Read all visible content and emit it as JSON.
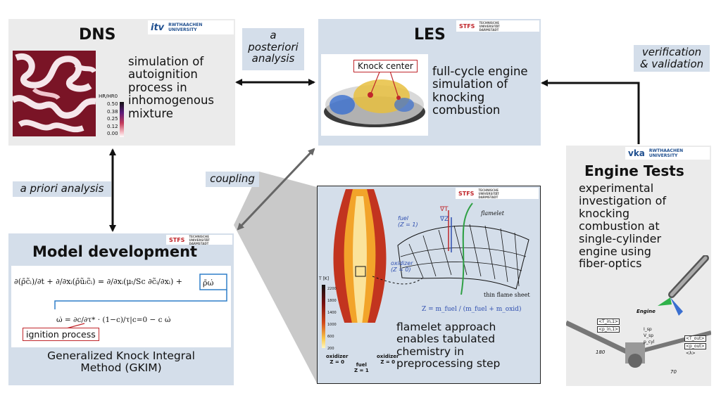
{
  "colors": {
    "gray_panel": "#ebebeb",
    "blue_panel": "#d4deea",
    "arrow": "#111111",
    "coupling_arrow": "#666666",
    "highlight_red": "#c0262b",
    "highlight_blue": "#2f7fc8"
  },
  "dns": {
    "title": "DNS",
    "text": "simulation of\nautoignition\nprocess in\ninhomogenous\nmixture",
    "logo_left": "itv",
    "logo_right": "RWTHAACHEN\nUNIVERSITY",
    "colorbar_label": "HR/HR0",
    "colorbar_ticks": [
      "0.50",
      "0.38",
      "0.25",
      "0.12",
      "0.00"
    ]
  },
  "les": {
    "title": "LES",
    "text": "full-cycle engine\nsimulation of\nknocking\ncombustion",
    "knock_label": "Knock center",
    "logo_left": "STFS",
    "logo_right": "TECHNISCHE\nUNIVERSITÄT\nDARMSTADT"
  },
  "model": {
    "title": "Model development",
    "ignition_label": "ignition process",
    "caption": "Generalized Knock Integral\nMethod (GKIM)",
    "logo_left": "STFS",
    "logo_right": "TECHNISCHE\nUNIVERSITÄT\nDARMSTADT"
  },
  "engine": {
    "title": "Engine Tests",
    "text": "experimental\ninvestigation of\nknocking\ncombustion at\nsingle-cylinder\nengine using\nfiber-optics",
    "logo_left": "vka",
    "logo_right": "RWTHAACHEN\nUNIVERSITY",
    "engine_label": "Engine",
    "dim1": "180",
    "dim2": "70",
    "probe_labels": [
      "<T_in,1>",
      "<p_in,1>",
      "<T_out>",
      "<p_out>",
      "<λ>",
      "I_sp",
      "V_sp",
      "p_cyl"
    ]
  },
  "flamelet": {
    "text": "flamelet approach\nenables tabulated\nchemistry in\npreprocessing step",
    "fuel_label": "fuel\n(Z = 1)",
    "oxidizer_label": "oxidizer\n(Z = 0)",
    "flamelet_label": "flamelet",
    "sheet_label": "thin flame sheet",
    "gradT": "∇T",
    "gradZ": "∇Z",
    "z_formula": "Z = m_fuel / (m_fuel + m_oxid)",
    "bottom_labels": [
      "oxidizer\nZ = 0",
      "fuel\nZ = 1",
      "oxidizer\nZ = 0"
    ],
    "colorbar_unit": "T [K]",
    "colorbar_ticks": [
      "2200",
      "1800",
      "1400",
      "1000",
      "600",
      "200"
    ],
    "logo_left": "STFS",
    "logo_right": "TECHNISCHE\nUNIVERSITÄT\nDARMSTADT"
  },
  "labels": {
    "a_posteriori": "a\nposteriori\nanalysis",
    "verification": "verification\n& validation",
    "a_priori": "a priori analysis",
    "coupling": "coupling"
  }
}
